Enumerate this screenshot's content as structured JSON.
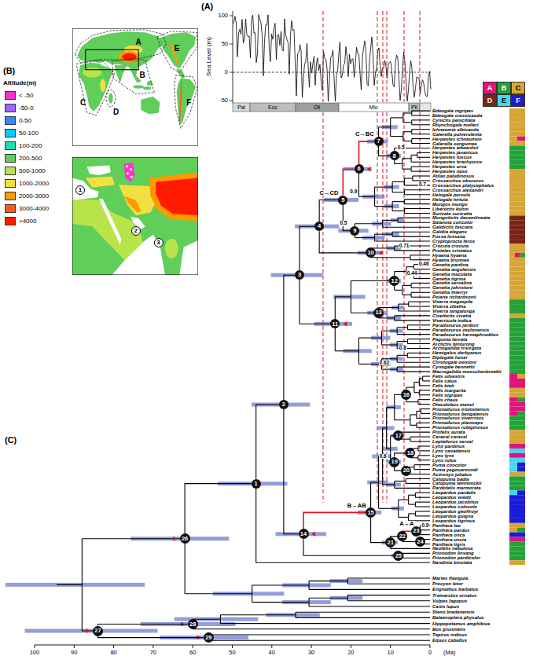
{
  "diagram": {
    "nodes": [
      {
        "text": [
          "1"
        ]
      },
      {
        "text": [
          "2"
        ]
      },
      {
        "text": [
          "3"
        ]
      },
      {
        "text": [
          "1"
        ]
      },
      {
        "text": [
          "2"
        ]
      },
      {
        "text": [
          "3"
        ]
      },
      {
        "text": [
          "4"
        ]
      },
      {
        "text": [
          "5"
        ]
      },
      {
        "text": [
          "6"
        ]
      },
      {
        "text": [
          "7"
        ]
      },
      {
        "text": [
          "8"
        ]
      },
      {
        "text": [
          "9"
        ]
      },
      {
        "text": [
          "10"
        ]
      },
      {
        "text": [
          "11"
        ]
      },
      {
        "text": [
          "12"
        ]
      },
      {
        "text": [
          "13"
        ]
      },
      {
        "text": [
          "14"
        ]
      },
      {
        "text": [
          "15"
        ]
      },
      {
        "text": [
          "16"
        ]
      },
      {
        "text": [
          "17"
        ]
      },
      {
        "text": [
          "18"
        ]
      },
      {
        "text": [
          "19"
        ]
      },
      {
        "text": [
          "20"
        ]
      },
      {
        "text": [
          "21"
        ]
      },
      {
        "text": [
          "22"
        ]
      },
      {
        "text": [
          "23"
        ]
      },
      {
        "text": [
          "24"
        ]
      },
      {
        "text": [
          "25"
        ]
      },
      {
        "text": [
          "26"
        ]
      },
      {
        "text": [
          "27"
        ]
      },
      {
        "text": [
          "28"
        ]
      },
      {
        "text": [
          "29"
        ]
      }
    ],
    "edges": [
      {
        "from": 28,
        "to": 3,
        "arrow": "none"
      },
      {
        "from": 3,
        "to": 4,
        "arrow": "none"
      },
      {
        "from": 4,
        "to": 5,
        "arrow": "none"
      },
      {
        "from": 4,
        "to": 16,
        "arrow": "none"
      },
      {
        "from": 5,
        "to": 6,
        "arrow": "none"
      },
      {
        "from": 5,
        "to": 13,
        "arrow": "none"
      },
      {
        "from": 6,
        "to": 7,
        "arrow": "none"
      },
      {
        "from": 6,
        "to": 12,
        "arrow": "none"
      },
      {
        "from": 7,
        "to": 8,
        "arrow": "none"
      },
      {
        "from": 7,
        "to": 11,
        "arrow": "none"
      },
      {
        "from": 8,
        "to": 9,
        "arrow": "none"
      },
      {
        "from": 9,
        "to": 10,
        "arrow": "none"
      },
      {
        "from": 16,
        "to": 17,
        "arrow": "none"
      },
      {
        "from": 16,
        "to": 27,
        "arrow": "none"
      },
      {
        "from": 17,
        "to": 23,
        "arrow": "none"
      },
      {
        "from": 21,
        "to": 20,
        "arrow": "none"
      },
      {
        "from": 21,
        "to": 22,
        "arrow": "none"
      },
      {
        "from": 23,
        "to": 24,
        "arrow": "none"
      },
      {
        "from": 24,
        "to": 25,
        "arrow": "none"
      },
      {
        "from": 24,
        "to": 26,
        "arrow": "none"
      },
      {
        "from": 29,
        "to": 30,
        "arrow": "none"
      },
      {
        "from": 29,
        "to": 31,
        "arrow": "none"
      }
    ],
    "labels": [
      "(A)",
      "Sea Level (m)",
      "100",
      "50",
      "0",
      "-50",
      "Pal",
      "Eoc",
      "Oli",
      "Mio",
      "Pli",
      "(B)",
      "Altitude(m)",
      "A",
      "B",
      "C",
      "D",
      "E",
      "F",
      "(C)",
      "C→BC",
      "C→CD",
      "B→AB",
      "A→A",
      "0.5",
      "0.7",
      "0.9",
      "0.5",
      "0.71",
      "0.46",
      "0.44",
      "0.8",
      "0.62",
      "0.6",
      "0.9",
      "Bdeogale nigripes",
      "Bdeogale crassicauda",
      "Cynictis penicillata",
      "Rhynchogale melleri",
      "Ichneumia albicauda",
      "Galerella pulverulenta",
      "Herpestes ichneumon",
      "Galerella sanguinea",
      "Herpestes edwardsii",
      "Herpestes javanicus",
      "Herpestes fuscus",
      "Herpestes brachyurus",
      "Herpestes urva",
      "Herpestes naso",
      "Atilax paludinosus",
      "Crossarchus obscurus",
      "Crossarchus platycephalus",
      "Crossarchus alexandri",
      "Helogale parvula",
      "Helogale hirtula",
      "Mungos mungo",
      "Liberiictis kuhni",
      "Suricata suricatta",
      "Mungotictis decemlineata",
      "Salanoia concolor",
      "Galidictis fasciata",
      "Galidia elegans",
      "Fossa fossana",
      "Cryptoprocta ferox",
      "Crocuta crocuta",
      "Proteles cristatus",
      "Hyaena hyaena",
      "Hyaena brunnea",
      "Genetta pardina",
      "Genetta angolensis",
      "Genetta maculata",
      "Genetta tigrina",
      "Genetta servalina",
      "Genetta johnstoni",
      "Genetta thierryi",
      "Poiana richardsonii",
      "Viverra megaspila",
      "Viverra zibetha",
      "Viverra tangalunga",
      "Civettictis civetta",
      "Viverricula indica",
      "Paradoxurus jerdoni",
      "Paradoxurus zeylonensis",
      "Paradoxurus hermaphroditus",
      "Paguma larvata",
      "Arctictis binturong",
      "Arctogalidia trivirgata",
      "Hemigalus derbyanus",
      "Diplogale hosei",
      "Chrotogale owstoni",
      "Cynogale bennettii",
      "Macrogalidia musschenbroekii",
      "Felis silvestris",
      "Felis catus",
      "Felis bieti",
      "Felis margarita",
      "Felis nigripes",
      "Felis chaus",
      "Otocolobus manul",
      "Prionailurus iriomotensis",
      "Prionailurus bengalensis",
      "Prionailurus viverrinus",
      "Prionailurus planiceps",
      "Prionailurus rubiginosus",
      "Profelis aurata",
      "Caracal caracal",
      "Leptailurus serval",
      "Lynx pardinus",
      "Lynx canadensis",
      "Lynx lynx",
      "Lynx rufus",
      "Puma concolor",
      "Puma yagouaroundi",
      "Acinonyx jubatus",
      "Catopuma badia",
      "Catopuma temminckii",
      "Pardofelis marmorata",
      "Leopardus pardalis",
      "Leopardus wiedii",
      "Leopardus jacobitus",
      "Leopardus colocolo",
      "Leopardus geoffroyi",
      "Leopardus guigna",
      "Leopardus tigrinus",
      "Panthera leo",
      "Panthera pardus",
      "Panthera onca",
      "Panthera uncia",
      "Panthera tigris",
      "Neofelis nebulosa",
      "Prionodon linsang",
      "Prionodon pardicolor",
      "Nandinia binotata",
      "Martes flavigula",
      "Procyon lotor",
      "Erignathus barbatus",
      "Tremarctos ornatus",
      "Vulpes lagopus",
      "Canis lupus",
      "Steno bredanensis",
      "Balaenoptera physalus",
      "Hippopotamus amphibius",
      "Bos grunniens",
      "Tapirus indicus",
      "Equus caballus",
      "100",
      "90",
      "80",
      "70",
      "60",
      "50",
      "40",
      "30",
      "20",
      "10",
      "0",
      "(Ma)"
    ],
    "legend": [
      {
        "text": "A",
        "color": "#e0147c"
      },
      {
        "text": "B",
        "color": "#23a23a"
      },
      {
        "text": "C",
        "color": "#d6a536"
      },
      {
        "text": "D",
        "color": "#7a2418"
      },
      {
        "text": "E",
        "color": "#45d6f0"
      },
      {
        "text": "F",
        "color": "#1b1bd6"
      },
      {
        "text": "< -50",
        "color": "#ff33cc"
      },
      {
        "text": "-50-0",
        "color": "#9966ff"
      },
      {
        "text": "0-50",
        "color": "#2f8cff"
      },
      {
        "text": "50-100",
        "color": "#00ccff"
      },
      {
        "text": "100-200",
        "color": "#19e0b4"
      },
      {
        "text": "200-500",
        "color": "#5fcf5a"
      },
      {
        "text": "500-1000",
        "color": "#b9e34a"
      },
      {
        "text": "1000-2000",
        "color": "#f2e040"
      },
      {
        "text": "2000-3000",
        "color": "#ff9a00"
      },
      {
        "text": "3000-4000",
        "color": "#ff5a1a"
      },
      {
        "text": ">4000",
        "color": "#ff1a00"
      }
    ]
  }
}
